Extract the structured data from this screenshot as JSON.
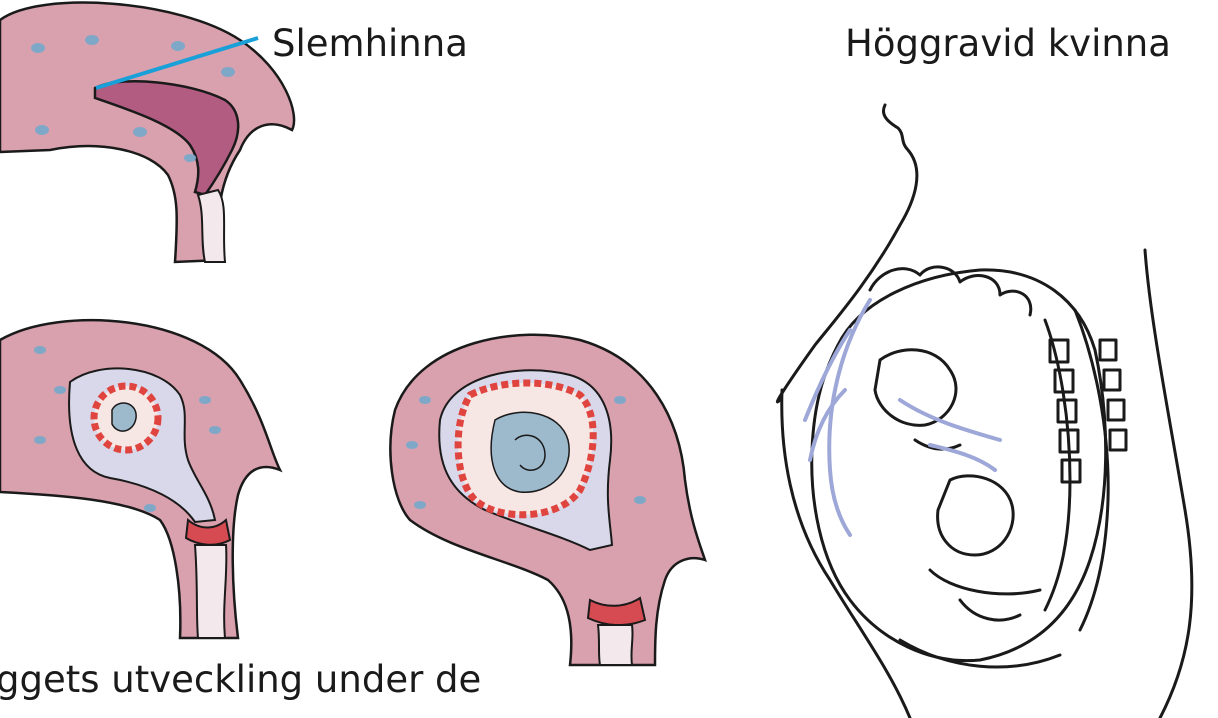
{
  "labels": {
    "slemhinna": "Slemhinna",
    "hoggravid": "Höggravid kvinna",
    "caption": "ggets utveckling under de"
  },
  "colors": {
    "tissue_pink": "#d9a0ae",
    "cavity_mauve": "#b35c82",
    "fluid_lavender": "#d8d8ea",
    "cell_blue": "#7fa8c8",
    "ring_red": "#e0443f",
    "embryo_blue": "#9db9cc",
    "vessel_blue": "#9ea8d8",
    "pointer_line": "#1aa0d8",
    "outline": "#1a1a1a"
  }
}
